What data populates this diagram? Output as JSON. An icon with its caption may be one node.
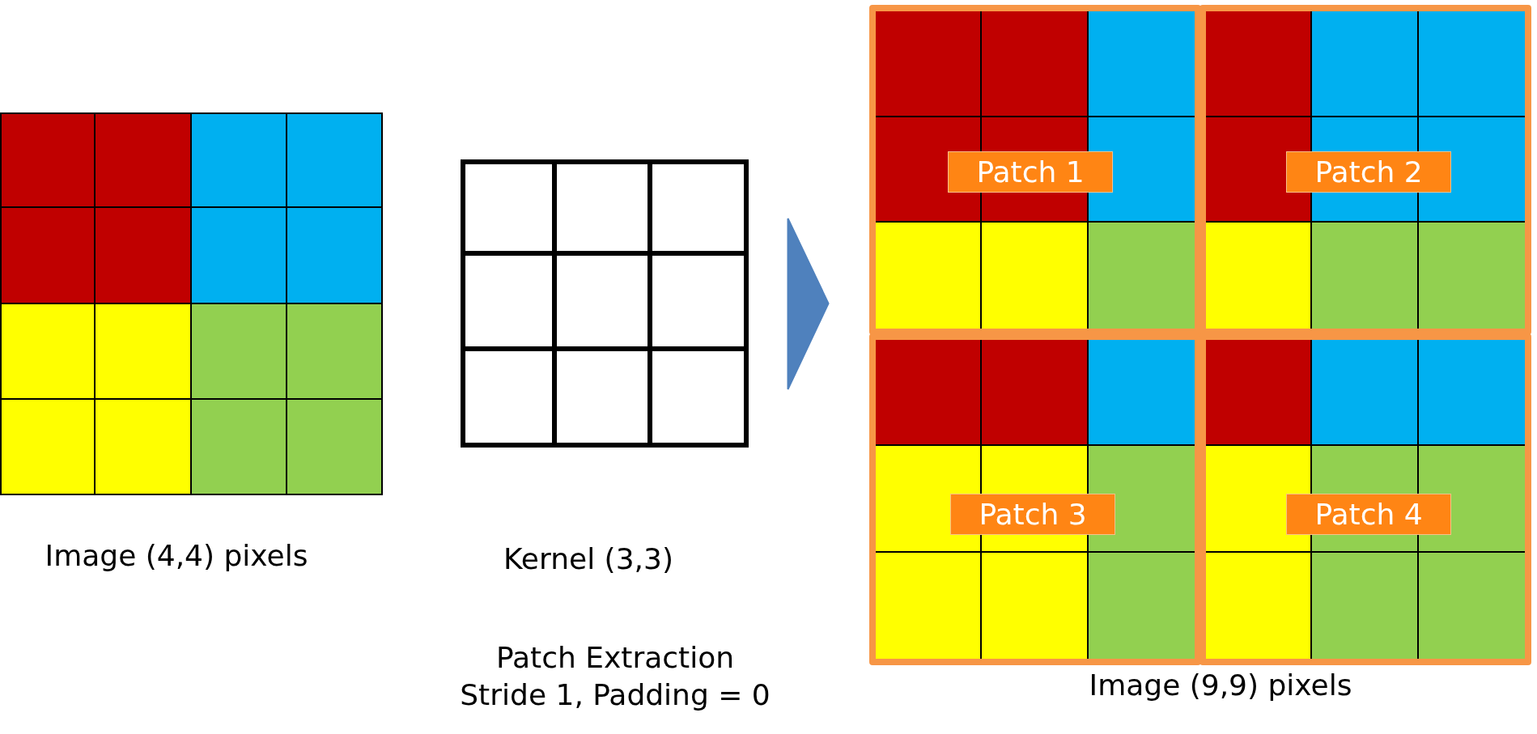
{
  "diagram": {
    "nodes": [
      {
        "text": [],
        "shape": "box",
        "beside": [
          "Image (4,4) pixels"
        ]
      },
      {
        "text": [],
        "shape": "box",
        "beside": [
          "Kernel (3,3)"
        ]
      },
      {
        "text": [],
        "shape": "box",
        "beside": [
          "Image (9,9) pixels"
        ]
      },
      {
        "text": [
          "Patch 1"
        ],
        "in": 2
      },
      {
        "text": [
          "Patch 2"
        ],
        "in": 2
      },
      {
        "text": [
          "Patch 3"
        ],
        "in": 2
      },
      {
        "text": [
          "Patch 4"
        ],
        "in": 2
      }
    ],
    "edges": [
      {
        "from": 1,
        "to": 2,
        "arrow": "to"
      }
    ],
    "labels": [
      "Patch Extraction",
      "Stride 1, Padding = 0"
    ]
  }
}
